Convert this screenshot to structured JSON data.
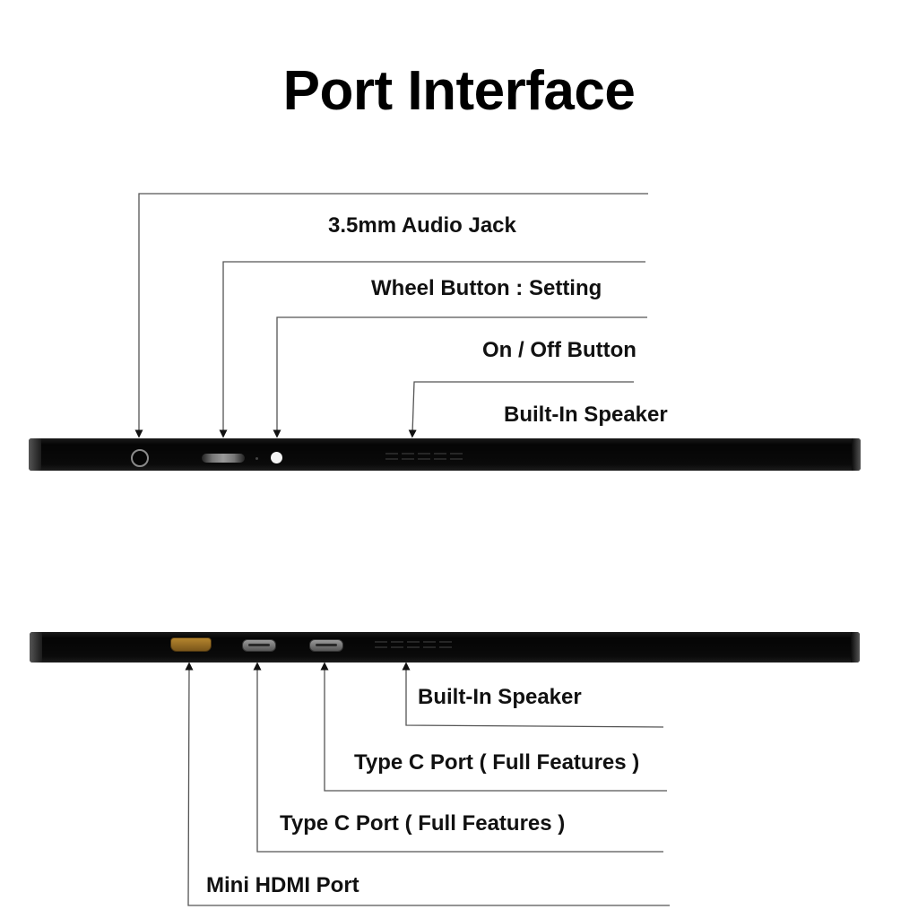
{
  "title": "Port Interface",
  "top_view": {
    "name": "top edge of portable monitor",
    "callouts": [
      {
        "label": "3.5mm Audio Jack",
        "points_to": "audio-jack",
        "icon": "audio-jack-icon"
      },
      {
        "label": "Wheel Button  : Setting",
        "points_to": "wheel-button",
        "icon": "scroll-wheel-icon"
      },
      {
        "label": "On / Off Button",
        "points_to": "power-button",
        "icon": "power-button-icon"
      },
      {
        "label": "Built-In Speaker",
        "points_to": "speaker-grille",
        "icon": "speaker-grille-icon"
      }
    ]
  },
  "bottom_view": {
    "name": "bottom edge of portable monitor",
    "callouts": [
      {
        "label": "Built-In Speaker",
        "points_to": "speaker-grille",
        "icon": "speaker-grille-icon"
      },
      {
        "label": "Type C Port ( Full Features )",
        "points_to": "usb-c-port-2",
        "icon": "usb-c-port-icon"
      },
      {
        "label": "Type C Port ( Full Features )",
        "points_to": "usb-c-port-1",
        "icon": "usb-c-port-icon"
      },
      {
        "label": "Mini HDMI Port",
        "points_to": "mini-hdmi-port",
        "icon": "mini-hdmi-port-icon"
      }
    ]
  },
  "colors": {
    "device_body": "#0a0a0a",
    "hdmi_gold": "#a67a28",
    "usbc_silver": "#8a8a8a",
    "leader_line": "#555555",
    "text": "#111111"
  }
}
